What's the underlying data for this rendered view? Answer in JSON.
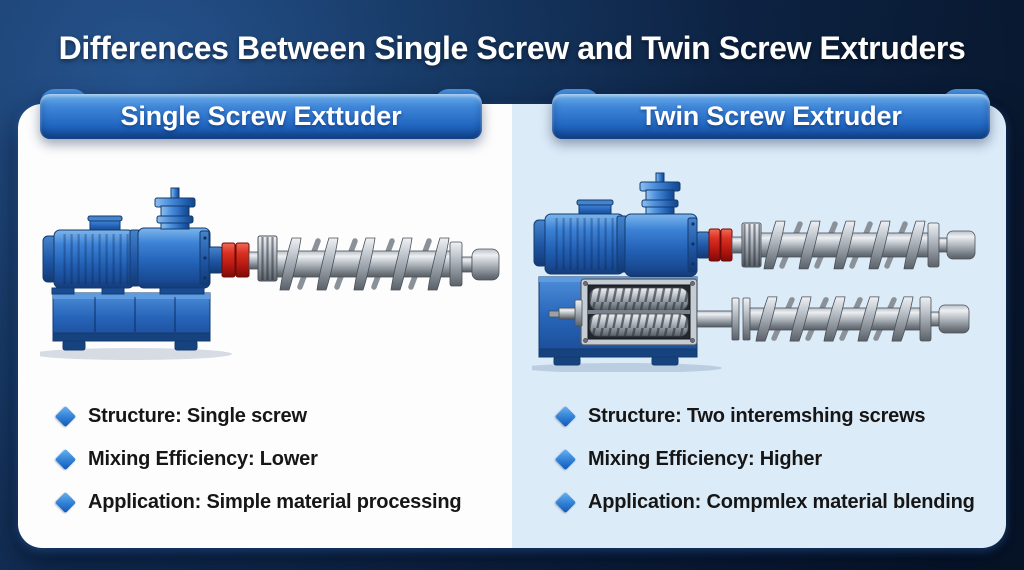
{
  "title": "Differences Between Single Screw and Twin Screw Extruders",
  "panels": [
    {
      "header": "Single Screw Exttuder",
      "illustration": "single-screw-extruder",
      "bullets": [
        "Structure: Single screw",
        "Mixing Efficiency: Lower",
        "Application: Simple material processing"
      ]
    },
    {
      "header": "Twin Screw Extruder",
      "illustration": "twin-screw-extruder",
      "bullets": [
        "Structure: Two interemshing screws",
        "Mixing Efficiency: Higher",
        "Application: Compmlex material blending"
      ]
    }
  ],
  "colors": {
    "background_navy": "#0e2547",
    "banner_blue": "#2166c0",
    "panel_left_bg": "#fdfdfd",
    "panel_right_bg": "#dcebf8",
    "machine_blue": "#2e72c6",
    "coupling_red": "#c41e14",
    "screw_gray": "#b9bfc6",
    "bullet_diamond": "#2f7fd4",
    "bullet_text": "#161616",
    "title_text": "#ffffff"
  }
}
